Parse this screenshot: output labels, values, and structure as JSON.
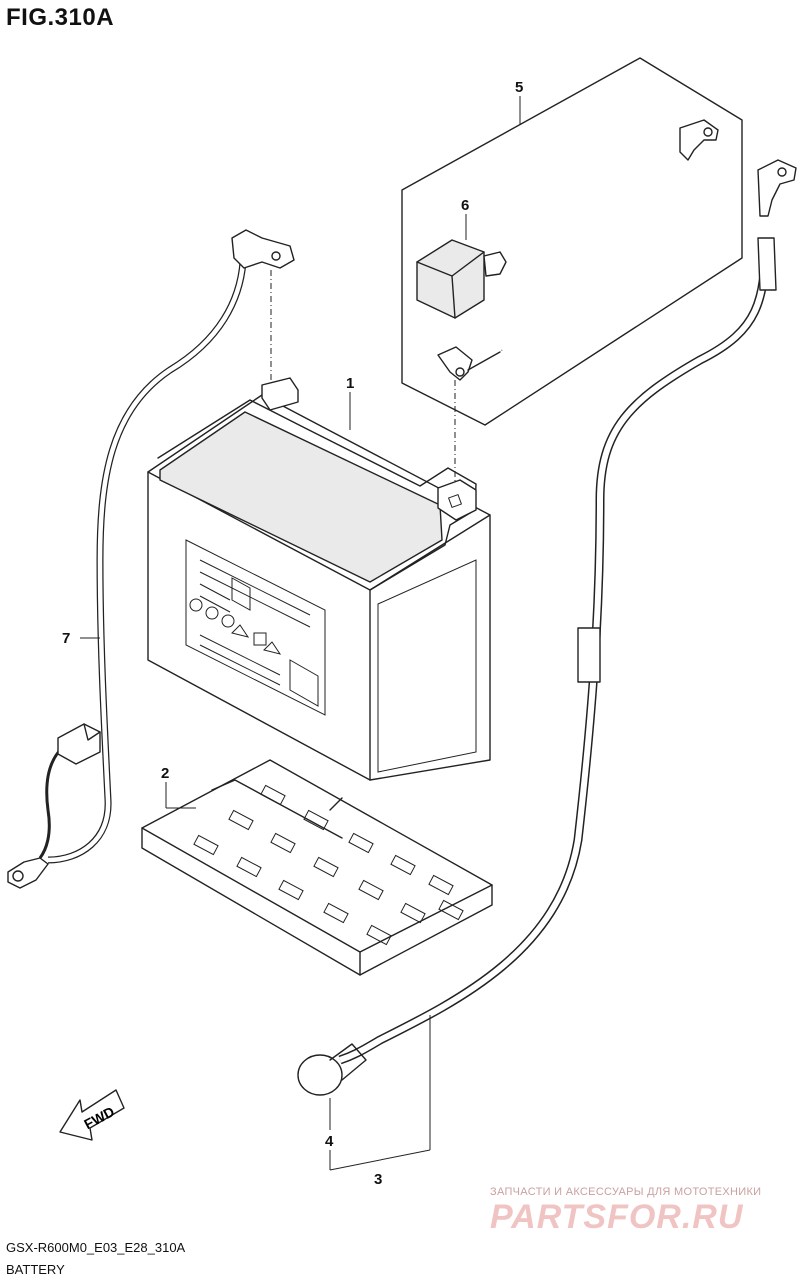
{
  "figure": {
    "title": "FIG.310A",
    "code": "GSX-R600M0_E03_E28_310A",
    "caption": "BATTERY"
  },
  "callouts": [
    "1",
    "2",
    "3",
    "4",
    "5",
    "6",
    "7"
  ],
  "fwd_label": "FWD",
  "watermark": {
    "text": "ЗАПЧАСТИ И АКСЕССУАРЫ ДЛЯ МОТОТЕХНИКИ",
    "logo": "PARTSFOR.RU"
  }
}
